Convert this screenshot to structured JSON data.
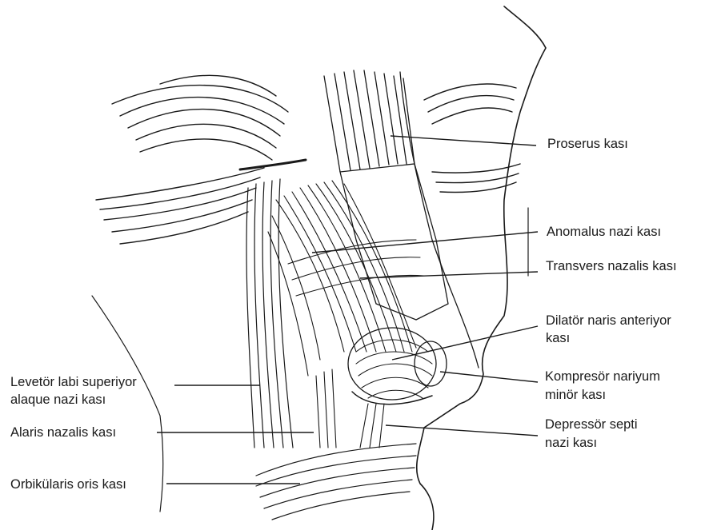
{
  "labels": {
    "proserus": "Proserus kası",
    "anomalus": "Anomalus nazi kası",
    "transvers": "Transvers nazalis kası",
    "dilator_line1": "Dilatör naris anteriyor",
    "dilator_line2": "kası",
    "kompresor_line1": "Kompresör nariyum",
    "kompresor_line2": "minör kası",
    "depressor_line1": "Depressör septi",
    "depressor_line2": "nazi kası",
    "levetor_line1": "Levetör labi superiyor",
    "levetor_line2": "alaque nazi kası",
    "alaris": "Alaris nazalis kası",
    "orbikularis": "Orbikülaris oris kası"
  },
  "colors": {
    "ink": "#1a1a1a",
    "background": "#ffffff"
  }
}
